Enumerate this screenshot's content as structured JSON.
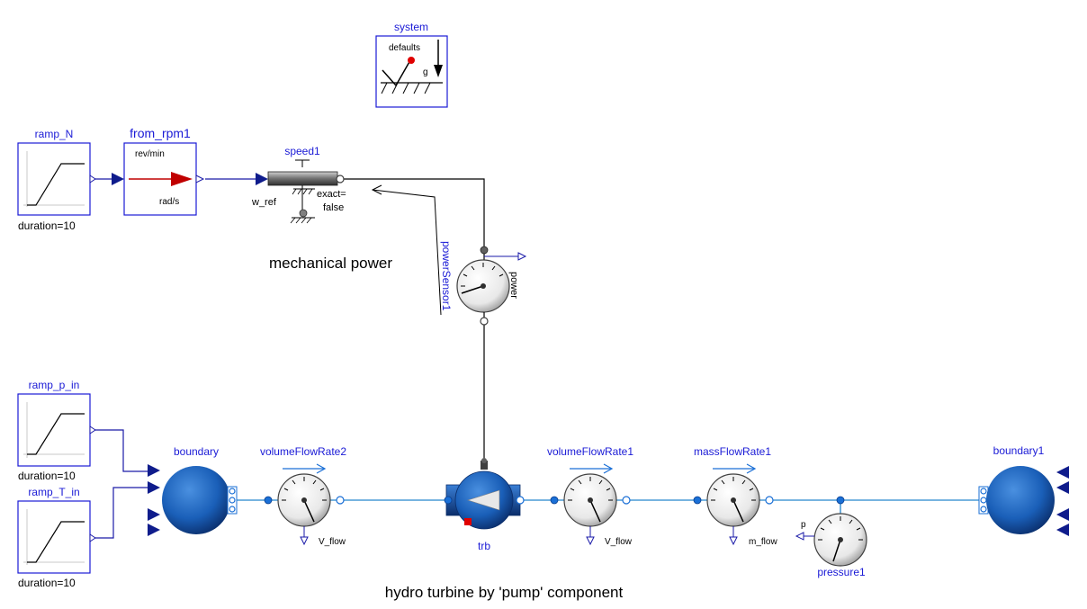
{
  "components": {
    "system": {
      "name": "system",
      "text1": "defaults",
      "text2": "g"
    },
    "ramp_N": {
      "name": "ramp_N",
      "param": "duration=10"
    },
    "from_rpm1": {
      "name": "from_rpm1",
      "in_unit": "rev/min",
      "out_unit": "rad/s"
    },
    "speed1": {
      "name": "speed1",
      "port_label": "w_ref",
      "param": "exact=\nfalse",
      "param_line1": "exact=",
      "param_line2": "false"
    },
    "powerSensor1": {
      "name": "powerSensor1",
      "output": "power"
    },
    "ramp_p_in": {
      "name": "ramp_p_in",
      "param": "duration=10"
    },
    "ramp_T_in": {
      "name": "ramp_T_in",
      "param": "duration=10"
    },
    "boundary": {
      "name": "boundary"
    },
    "volumeFlowRate2": {
      "name": "volumeFlowRate2",
      "output": "V_flow"
    },
    "trb": {
      "name": "trb"
    },
    "volumeFlowRate1": {
      "name": "volumeFlowRate1",
      "output": "V_flow"
    },
    "massFlowRate1": {
      "name": "massFlowRate1",
      "output": "m_flow"
    },
    "pressure1": {
      "name": "pressure1",
      "output": "p"
    },
    "boundary1": {
      "name": "boundary1"
    }
  },
  "annotations": {
    "mechanical_power": "mechanical power",
    "caption": "hydro turbine by 'pump' component"
  },
  "colors": {
    "label_blue": "#1a1ad6",
    "connector_dark_blue": "#0f1c8c",
    "fluid_blue": "#1a6fd6",
    "pipe": "#4a9bd6",
    "signal_red": "#c00000"
  }
}
